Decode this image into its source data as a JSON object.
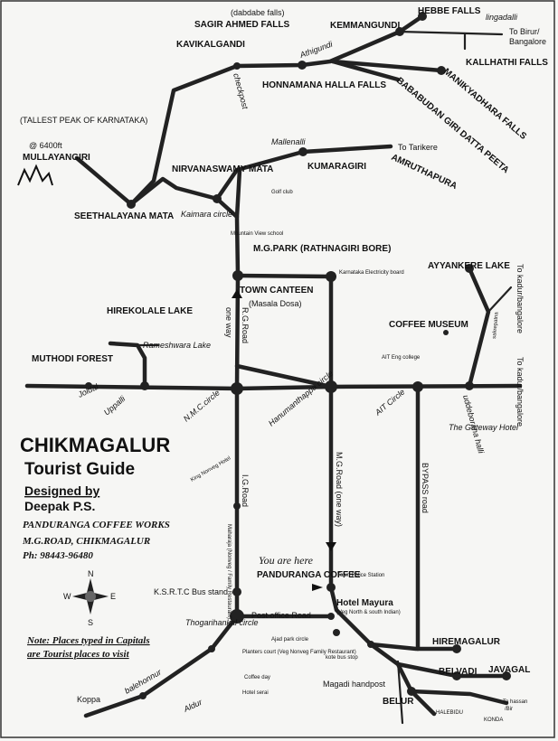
{
  "places": {
    "hebbe_falls": "HEBBE FALLS",
    "dabdabe_falls": "(dabdabe falls)",
    "sagir_ahmed_falls": "SAGIR AHMED FALLS",
    "kemmangundi": "KEMMANGUNDI",
    "lingadalli": "lingadalli",
    "to_birur": "To Birur/",
    "bangalore": "Bangalore",
    "kavikalgandi": "KAVIKALGANDI",
    "athigundi": "Athigundi",
    "kallhathi_falls": "KALLHATHI FALLS",
    "honnamana_halla_falls": "HONNAMANA HALLA FALLS",
    "checkpost": "checkpost",
    "manikyadhara_falls": "MANIKYADHARA FALLS",
    "bababudan": "BABABUDAN GIRI DATTA PEETA",
    "tallest_peak": "(TALLEST PEAK OF KARNATAKA)",
    "height": "@ 6400ft",
    "mullayangiri": "MULLAYANGIRI",
    "mallenalli": "Mallenalli",
    "to_tarikere": "To Tarikere",
    "nirvanaswamy_mata": "NIRVANASWAMY MATA",
    "kumaragiri": "KUMARAGIRI",
    "amruthapura": "AMRUTHAPURA",
    "seethalayana_mata": "SEETHALAYANA MATA",
    "golf_club": "Golf club",
    "kaimara_circle": "Kaimara circle",
    "mountain_view_school": "Mountain View school",
    "mg_park": "M.G.PARK (RATHNAGIRI BORE)",
    "town_canteen": "TOWN CANTEEN",
    "masala_dosa": "(Masala Dosa)",
    "karnataka_electricity_board": "Karnataka Electricity board",
    "ayyankere_lake": "AYYANKERE LAKE",
    "to_kadur_1": "To kadur/bangalore",
    "rg_road": "R.G.Road",
    "one_way": "one way",
    "hirekolale_lake": "HIREKOLALE LAKE",
    "coffee_museum": "COFFEE MUSEUM",
    "rameshwara_lake": "Rameshwara Lake",
    "ait_eng_college": "AIT Eng college",
    "muthodi_forest": "MUTHODI FOREST",
    "joldal": "Joldal",
    "uppalli": "Uppalli",
    "nmc_circle": "N.M.C.circle",
    "hanumanthappa_circle": "Hanumanthappa circle",
    "ait_circle": "AIT Circle",
    "uddeborana_halli": "uddeborana halli",
    "sakrepatna": "sakrepatna",
    "to_kadur_2": "To kadur/bangalore",
    "gateway_hotel": "The Gateway Hotel",
    "mg_road": "M.G.Road (one way)",
    "bypass_road": "BYPASS road",
    "ig_road": "I.G.Road",
    "king_nonveg_hotel": "King Nonveg Hotel",
    "maharaja": "Maharaja (Nonveg / Family Restaurant)",
    "ksrtc": "K.S.R.T.C Bus stand",
    "you_are_here": "You are here",
    "panduranga_coffee": "PANDURANGA COFFEE",
    "town_police": "Town Police Station",
    "hotel_mayura": "Hotel Mayura",
    "hotel_mayura_note": "(Veg North & south Indian)",
    "thogarihankal": "Thogarihankal circle",
    "post_office_road": "Post office Road",
    "ajad_park_circle": "Ajad park circle",
    "kote_bus_stop": "kote bus stop",
    "hiremagalur": "HIREMAGALUR",
    "belvadi": "BELVADI",
    "javagal": "JAVAGAL",
    "planters_court": "Planters court (Veg Nonveg Family Restaurant)",
    "coffee_day": "Coffee day",
    "hotel_serai": "Hotel serai",
    "magadi_handpost": "Magadi handpost",
    "belur": "BELUR",
    "halebidu": "HALEBIDU",
    "to_hassan": "To hassan",
    "to_hassan_sub": "/Bir",
    "konda": "KONDA",
    "koppa": "Koppa",
    "balehonnur": "balehonnur",
    "aldur": "Aldur"
  },
  "title_block": {
    "title": "CHIKMAGALUR",
    "subtitle": "Tourist Guide",
    "designed_by": "Designed by",
    "designer": "Deepak P.S.",
    "company": "PANDURANGA COFFEE WORKS",
    "address": "M.G.ROAD, CHIKMAGALUR",
    "phone": "Ph: 98443-96480"
  },
  "compass": {
    "n": "N",
    "s": "S",
    "e": "E",
    "w": "W"
  },
  "note": {
    "line1": "Note: Places typed in Capitals",
    "line2": "are Tourist places to visit"
  },
  "colors": {
    "ink": "#222222",
    "paper": "#f6f6f4"
  }
}
